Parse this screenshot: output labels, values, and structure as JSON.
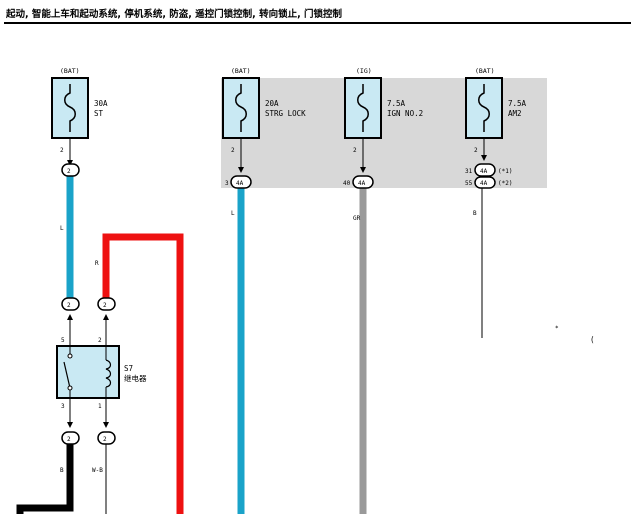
{
  "header": {
    "title": "起动, 智能上车和起动系统, 停机系统, 防盗, 遥控门锁控制, 转向锁止, 门锁控制"
  },
  "colors": {
    "blue_wire": "#1aa3c9",
    "red_wire": "#ee1111",
    "gray_wire": "#9a9a9a",
    "black_wire": "#000000",
    "component_fill": "#c9e9f3",
    "shaded_box": "#d8d8d8"
  },
  "fuses": [
    {
      "source": "(BAT)",
      "rating": "30A",
      "name": "ST",
      "pin": "2"
    },
    {
      "source": "(BAT)",
      "rating": "20A",
      "name": "STRG LOCK",
      "pin": "2"
    },
    {
      "source": "(IG)",
      "rating": "7.5A",
      "name": "IGN NO.2",
      "pin": "2"
    },
    {
      "source": "(BAT)",
      "rating": "7.5A",
      "name": "AM2",
      "pin": "2"
    }
  ],
  "connectors": {
    "st_fuse_out": "2",
    "strg_lock": {
      "pin": "3",
      "code": "4A"
    },
    "ign_no2": {
      "pin": "40",
      "code": "4A"
    },
    "am2_1": {
      "pin": "31",
      "code": "4A",
      "note": "(*1)"
    },
    "am2_2": {
      "pin": "55",
      "code": "4A",
      "note": "(*2)"
    },
    "relay_in_left": "2",
    "relay_in_right": "2",
    "relay_out_left": "2",
    "relay_out_right": "2"
  },
  "wire_colors": {
    "st_out": "L",
    "red": "R",
    "strg": "L",
    "ign": "GR",
    "am2": "B",
    "black": "B",
    "relay_coil_out": "W-B"
  },
  "relay": {
    "id": "S7",
    "name": "继电器",
    "pins": {
      "top_left": "5",
      "top_right": "2",
      "bottom_left": "3",
      "bottom_right": "1"
    }
  },
  "marks": {
    "asterisk": "*",
    "bracket": "("
  }
}
